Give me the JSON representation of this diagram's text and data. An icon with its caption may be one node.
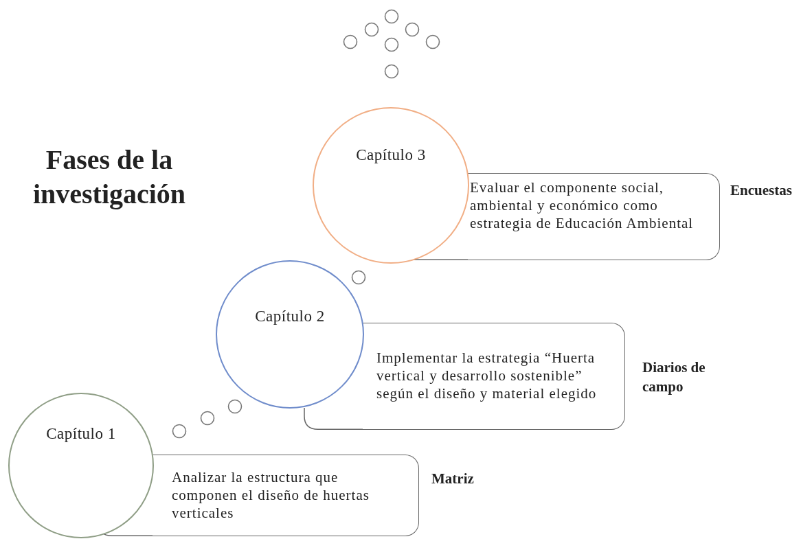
{
  "diagram": {
    "title": "Fases de la investigación",
    "nodes": [
      {
        "text": [
          "Capítulo 3"
        ]
      },
      {
        "text": [
          "Evaluar el componente social, ambiental y económico como estrategia de Educación Ambiental"
        ],
        "beside": [
          "Encuestas"
        ]
      },
      {
        "text": [
          "Capítulo 2"
        ]
      },
      {
        "text": [
          "Implementar la estrategia “Huerta vertical y desarrollo sostenible” según el diseño y material elegido"
        ],
        "beside": [
          "Diarios de campo"
        ]
      },
      {
        "text": [
          "Capítulo 1"
        ]
      },
      {
        "text": [
          "Analizar la estructura que componen el diseño de huertas verticales"
        ],
        "beside": [
          "Matriz"
        ]
      }
    ]
  }
}
